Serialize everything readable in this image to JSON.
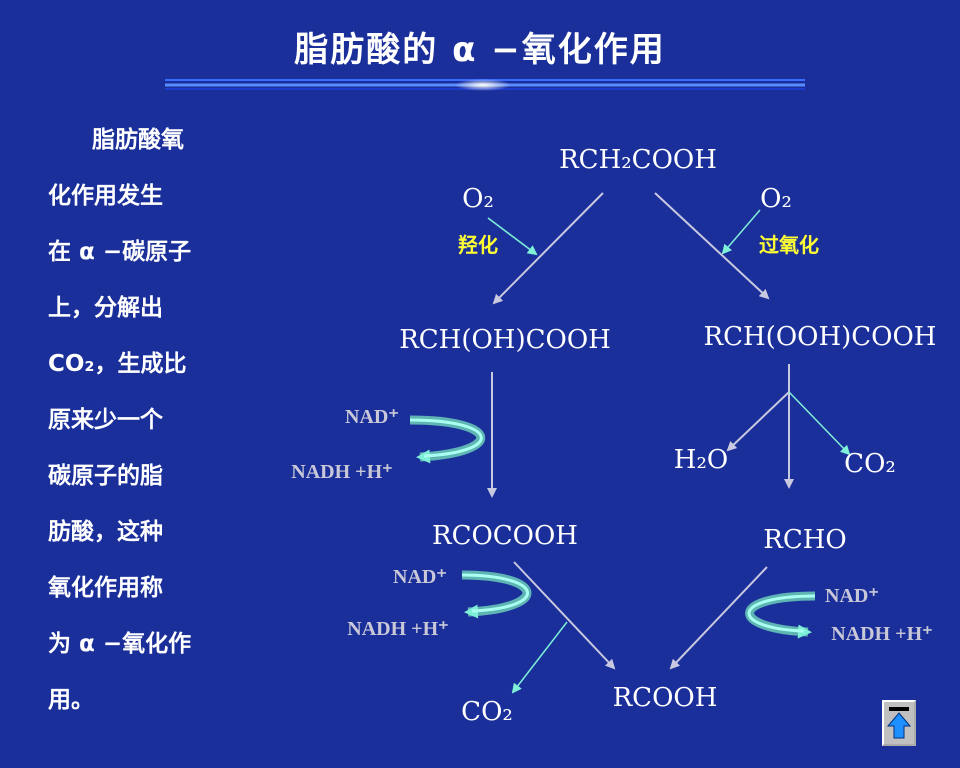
{
  "title": "脂肪酸的 α −氧化作用",
  "left_text": {
    "lines": [
      "脂肪酸氧",
      "化作用发生",
      "在 α −碳原子",
      "上，分解出",
      "CO₂，生成比",
      "原来少一个",
      "碳原子的脂",
      "肪酸，这种",
      "氧化作用称",
      "为 α −氧化作",
      "用。"
    ]
  },
  "diagram": {
    "start": "RCH₂COOH",
    "o2_left": "O₂",
    "o2_right": "O₂",
    "hydroxylation": "羟化",
    "peroxidation": "过氧化",
    "hydroxy_acid": "RCH(OH)COOH",
    "hydroperoxy_acid": "RCH(OOH)COOH",
    "nad_1": "NAD⁺",
    "nadh_1": "NADH +H⁺",
    "h2o": "H₂O",
    "co2_right": "CO₂",
    "keto_acid": "RCOCOOH",
    "aldehyde": "RCHO",
    "nad_2": "NAD⁺",
    "nadh_2": "NADH +H⁺",
    "nad_3": "NAD⁺",
    "nadh_3": "NADH +H⁺",
    "co2_bottom": "CO₂",
    "product": "RCOOH"
  },
  "colors": {
    "background": "#1a2f9a",
    "text": "#ffffff",
    "arrow": "#c8c8e0",
    "cofactor_arrow": "#7ff0d8",
    "enzyme_label": "#ffff33",
    "cofactor_text": "#c8c8d8"
  },
  "nav_button": {
    "icon": "up-arrow-icon"
  }
}
